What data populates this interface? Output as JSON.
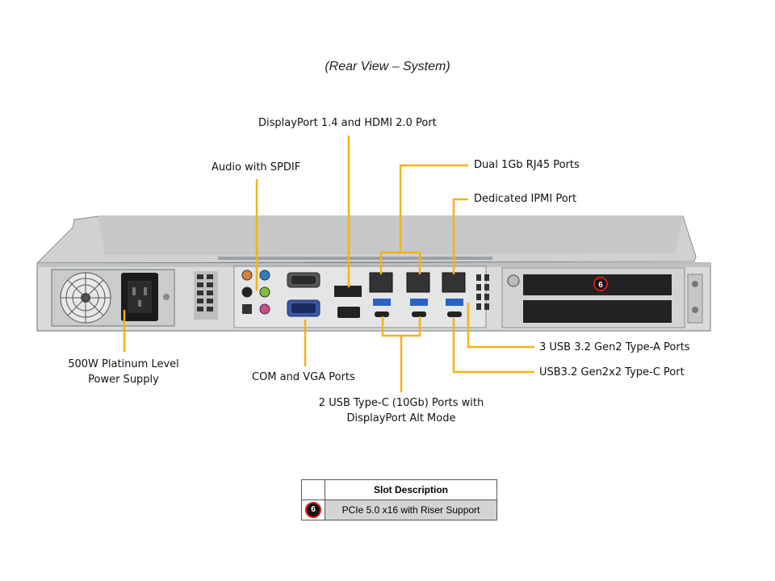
{
  "title": "(Rear View – System)",
  "labels": {
    "displayport": "DisplayPort 1.4 and HDMI 2.0 Port",
    "audio": "Audio with SPDIF",
    "rj45": "Dual 1Gb RJ45 Ports",
    "ipmi": "Dedicated IPMI Port",
    "psu_line1": "500W Platinum Level",
    "psu_line2": "Power Supply",
    "com_vga": "COM and VGA Ports",
    "usbc_line1": "2 USB Type-C (10Gb) Ports with",
    "usbc_line2": "DisplayPort Alt Mode",
    "usba": "3 USB 3.2 Gen2 Type-A Ports",
    "usbc2x2": "USB3.2 Gen2x2 Type-C Port"
  },
  "slot_badge": "6",
  "table": {
    "header": "Slot Description",
    "rows": [
      {
        "num": "6",
        "desc": "PCIe 5.0 x16 with Riser Support"
      }
    ]
  },
  "colors": {
    "leader": "#f5b315",
    "badge_ring": "#d9181f",
    "table_row": "#d4d4d4"
  }
}
